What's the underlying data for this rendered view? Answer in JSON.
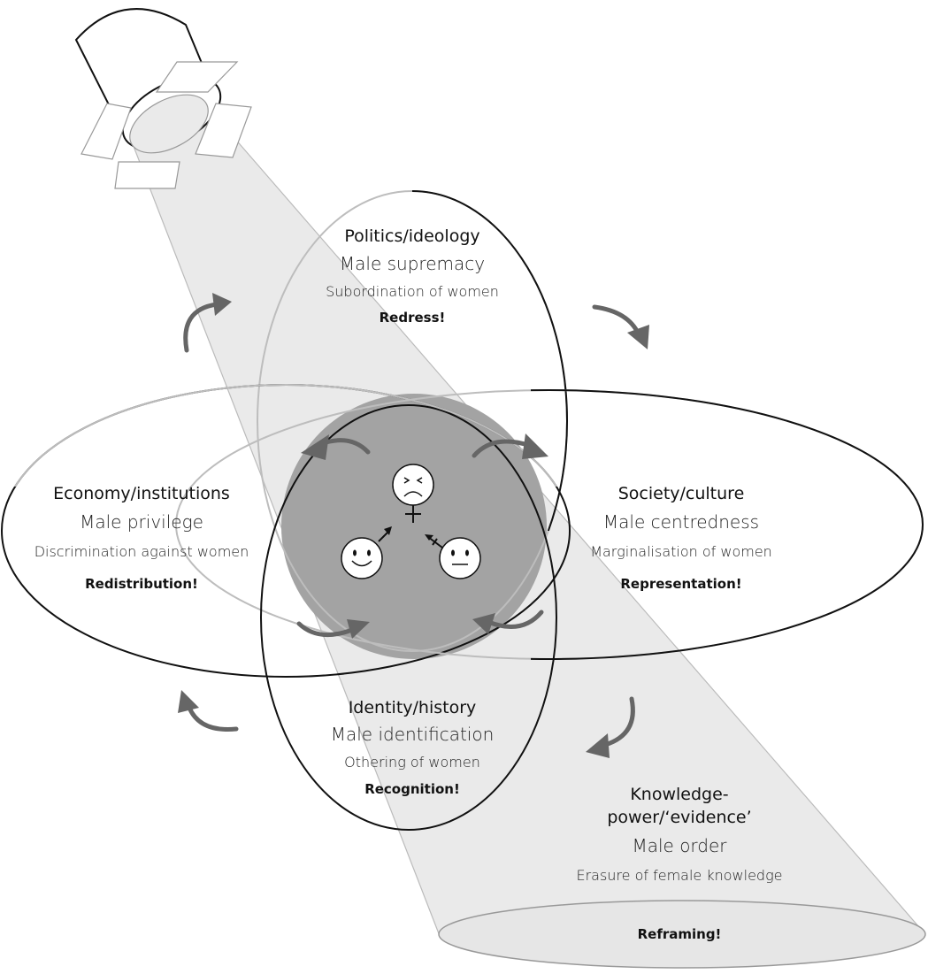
{
  "spheres": {
    "politics": {
      "title": "Politics/ideology",
      "subtitle": "Male supremacy",
      "description": "Subordination of women",
      "action": "Redress!"
    },
    "economy": {
      "title": "Economy/institutions",
      "subtitle": "Male privilege",
      "description": "Discrimination against women",
      "action": "Redistribution!"
    },
    "society": {
      "title": "Society/culture",
      "subtitle": "Male centredness",
      "description": "Marginalisation of women",
      "action": "Representation!"
    },
    "identity": {
      "title": "Identity/history",
      "subtitle": "Male identification",
      "description": "Othering of women",
      "action": "Recognition!"
    },
    "knowledge": {
      "title_line1": "Knowledge-",
      "title_line2": "power/‘evidence’",
      "subtitle": "Male order",
      "description": "Erasure of female knowledge",
      "action": "Reframing!"
    }
  },
  "center_icons": [
    "sad-face-icon",
    "female-symbol-icon",
    "smiling-face-icon",
    "male-symbol-icon",
    "neutral-face-icon",
    "crossed-out-male-symbol-icon"
  ],
  "colors": {
    "center_fill": "#a3a3a3",
    "beam_fill": "#eaeaea",
    "arrow": "#666666",
    "dark_outline": "#111111",
    "light_outline": "#bdbdbd"
  }
}
